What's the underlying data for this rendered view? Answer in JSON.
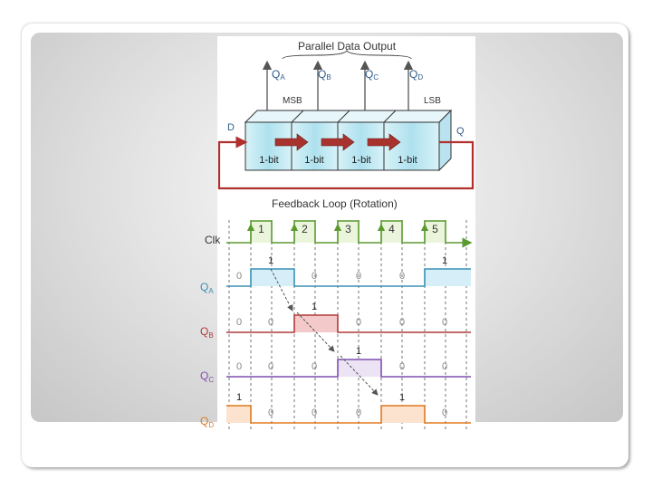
{
  "register": {
    "title": "Parallel Data Output",
    "outputs": [
      {
        "main": "Q",
        "sub": "A"
      },
      {
        "main": "Q",
        "sub": "B"
      },
      {
        "main": "Q",
        "sub": "C"
      },
      {
        "main": "Q",
        "sub": "D"
      }
    ],
    "msb_label": "MSB",
    "lsb_label": "LSB",
    "input_label": "D",
    "output_label": "Q",
    "cell_labels": [
      "1-bit",
      "1-bit",
      "1-bit",
      "1-bit"
    ],
    "feedback_label": "Feedback Loop (Rotation)"
  },
  "timing": {
    "clk_label": "Clk",
    "clock_pulses": [
      "1",
      "2",
      "3",
      "4",
      "5"
    ],
    "signals": [
      {
        "main": "Q",
        "sub": "A",
        "color": "#3b8fb5",
        "fill": "#d6eef8",
        "values": [
          "1",
          "0",
          "0",
          "0",
          "1"
        ],
        "value_texts": [
          "0",
          "1",
          "0",
          "0",
          "0",
          "1"
        ]
      },
      {
        "main": "Q",
        "sub": "B",
        "color": "#b03a3a",
        "fill": "#f4c9c9",
        "values": [
          "0",
          "1",
          "0",
          "0",
          "0"
        ],
        "value_texts": [
          "0",
          "0",
          "1",
          "0",
          "0",
          "0"
        ]
      },
      {
        "main": "Q",
        "sub": "C",
        "color": "#7e4fb0",
        "fill": "#ece4f4",
        "values": [
          "0",
          "0",
          "1",
          "0",
          "0"
        ],
        "value_texts": [
          "0",
          "0",
          "0",
          "1",
          "0",
          "0"
        ]
      },
      {
        "main": "Q",
        "sub": "D",
        "color": "#e07a1f",
        "fill": "#fbe3cf",
        "values": [
          "0",
          "0",
          "0",
          "1",
          "0"
        ],
        "value_texts": [
          "1",
          "0",
          "0",
          "0",
          "1",
          "0"
        ]
      }
    ]
  }
}
